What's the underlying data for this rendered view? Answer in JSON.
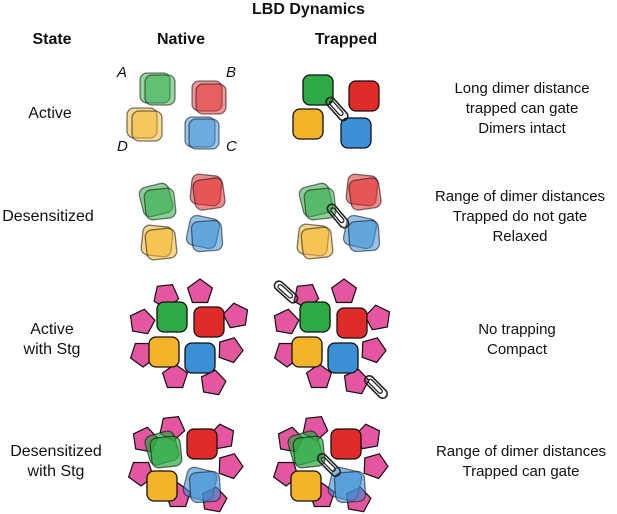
{
  "title": "LBD Dynamics",
  "headers": {
    "state": "State",
    "native": "Native",
    "trapped": "Trapped"
  },
  "subunit_labels": {
    "a": "A",
    "b": "B",
    "c": "C",
    "d": "D"
  },
  "colors": {
    "subunit_a": "#2eaa45",
    "subunit_b": "#e02b2b",
    "subunit_c": "#3b8fd6",
    "subunit_d": "#f4b429",
    "stargazin": "#e4569f",
    "outline": "#111111"
  },
  "rows": [
    {
      "state": [
        "Active"
      ],
      "description": [
        "Long dimer distance",
        "trapped can gate",
        "Dimers intact"
      ]
    },
    {
      "state": [
        "Desensitized"
      ],
      "description": [
        "Range of dimer distances",
        "Trapped do not gate",
        "Relaxed"
      ]
    },
    {
      "state": [
        "Active",
        "with Stg"
      ],
      "description": [
        "No trapping",
        "Compact"
      ]
    },
    {
      "state": [
        "Desensitized",
        "with Stg"
      ],
      "description": [
        "Range of dimer distances",
        "Trapped can gate"
      ]
    }
  ]
}
